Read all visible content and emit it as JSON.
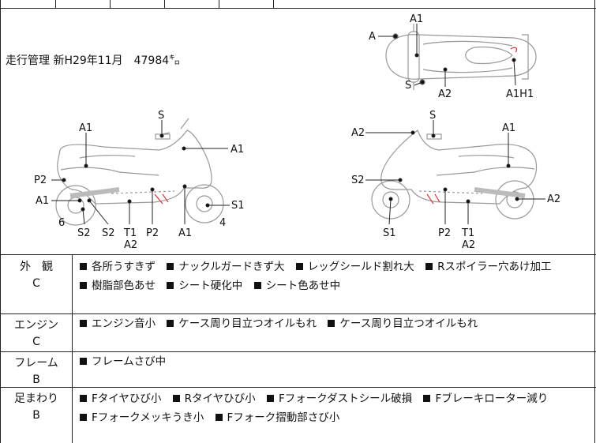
{
  "mileage": {
    "label": "走行管理",
    "value": "新H29年11月　47984㌔"
  },
  "diagram_labels": {
    "top": [
      "A1",
      "A",
      "S",
      "A2",
      "A1H1"
    ],
    "left": [
      "S",
      "A1",
      "A1",
      "P2",
      "A1",
      "6",
      "S2",
      "S2",
      "T1",
      "A2",
      "P2",
      "A1",
      "S1",
      "4"
    ],
    "right": [
      "S",
      "A2",
      "A1",
      "S2",
      "A2",
      "S1",
      "P2",
      "T1",
      "A2"
    ]
  },
  "sections": [
    {
      "category": "外　観",
      "grade": "C",
      "items": [
        "各所うすきず",
        "ナックルガードきず大",
        "レッグシールド割れ大",
        "Rスポイラー穴あけ加工",
        "樹脂部色あせ",
        "シート硬化中",
        "シート色あせ中"
      ]
    },
    {
      "category": "エンジン",
      "grade": "C",
      "items": [
        "エンジン音小",
        "ケース周り目立つオイルもれ",
        "ケース周り目立つオイルもれ"
      ]
    },
    {
      "category": "フレーム",
      "grade": "B",
      "items": [
        "フレームさび中"
      ]
    },
    {
      "category": "足まわり",
      "grade": "B",
      "items": [
        "Fタイヤひび小",
        "Rタイヤひび小",
        "Fフォークダストシール破損",
        "Fブレーキローター減り",
        "Fフォークメッキうき小",
        "Fフォーク摺動部さび小"
      ]
    }
  ]
}
